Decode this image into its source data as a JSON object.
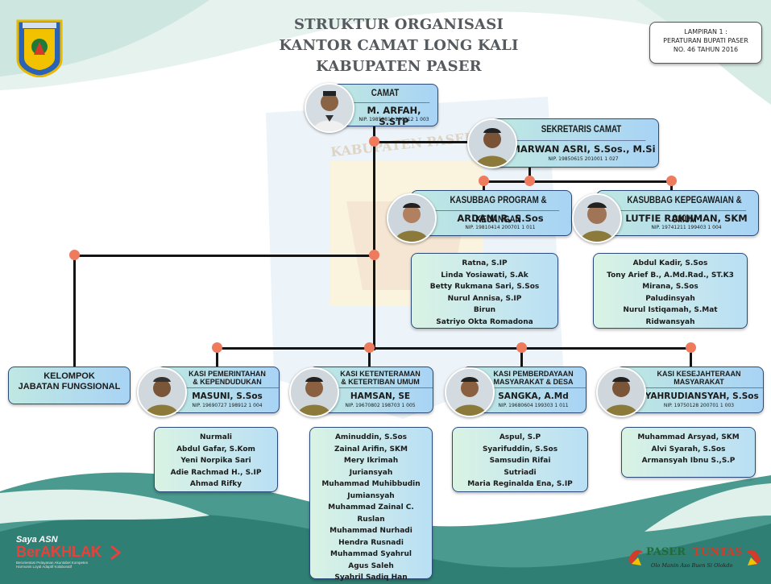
{
  "header": {
    "title": [
      "STRUKTUR ORGANISASI",
      "KANTOR CAMAT LONG KALI",
      "KABUPATEN PASER"
    ],
    "lampiran": [
      "LAMPIRAN 1 :",
      "PERATURAN BUPATI PASER",
      "NO. 46 TAHUN 2016"
    ],
    "watermark": "KABUPATEN PASER"
  },
  "camat": {
    "title": "CAMAT",
    "name": "M. ARFAH, S.STP",
    "nip": "NIP. 19850811 200312 1 003"
  },
  "sekretaris": {
    "title": "SEKRETARIS CAMAT",
    "name": "MARWAN ASRI, S.Sos., M.Si",
    "nip": "NIP. 19850615 201001 1 027"
  },
  "kasubbag_program": {
    "title": "KASUBBAG PROGRAM & KEUANGAN",
    "name": "ARDANI R, S.Sos",
    "nip": "NIP. 19810414 200701 1 011"
  },
  "kasubbag_kepegawaian": {
    "title": "KASUBBAG KEPEGAWAIAN & UMUM",
    "name": "LUTFIE RAKHMAN, SKM",
    "nip": "NIP. 19741211 199403 1 004"
  },
  "staff_program": [
    "Ratna, S.IP",
    "Linda Yosiawati, S.Ak",
    "Betty Rukmana Sari, S.Sos",
    "Nurul Annisa, S.IP",
    "Birun",
    "Satriyo Okta Romadona"
  ],
  "staff_kepegawaian": [
    "Abdul Kadir, S.Sos",
    "Tony Arief B., A.Md.Rad., ST.K3",
    "Mirana, S.Sos",
    "Paludinsyah",
    "Nurul Istiqamah, S.Mat",
    "Ridwansyah"
  ],
  "kelompok": {
    "line1": "KELOMPOK",
    "line2": "JABATAN FUNGSIONAL"
  },
  "kasi_pemerintahan": {
    "title1": "KASI PEMERINTAHAN",
    "title2": "& KEPENDUDUKAN",
    "name": "MASUNI, S.Sos",
    "nip": "NIP. 19690727 198912 1 004"
  },
  "kasi_ketenteraman": {
    "title1": "KASI KETENTERAMAN",
    "title2": "& KETERTIBAN UMUM",
    "name": "HAMSAN, SE",
    "nip": "NIP. 19670802 198703 1 005"
  },
  "kasi_pemberdayaan": {
    "title1": "KASI PEMBERDAYAAN",
    "title2": "MASYARAKAT & DESA",
    "name": "SANGKA, A.Md",
    "nip": "NIP. 19680604 199303 1 011"
  },
  "kasi_kesejahteraan": {
    "title1": "KASI KESEJAHTERAAN",
    "title2": "MASYARAKAT",
    "name": "SYAHRUDIANSYAH, S.Sos",
    "nip": "NIP. 19750128 200701 1 003"
  },
  "staff_pemerintahan": [
    "Nurmali",
    "Abdul Gafar, S.Kom",
    "Yeni Norpika Sari",
    "Adie Rachmad H., S.IP",
    "Ahmad Rifky"
  ],
  "staff_ketenteraman": [
    "Aminuddin, S.Sos",
    "Zainal Arifin, SKM",
    "Mery Ikrimah",
    "Juriansyah",
    "Muhammad Muhibbudin",
    "Jumiansyah",
    "Muhammad Zainal C.",
    "Ruslan",
    "Muhammad Nurhadi",
    "Hendra Rusnadi",
    "Muhammad Syahrul",
    "Agus Saleh",
    "Syahril Sadiq Han"
  ],
  "staff_pemberdayaan": [
    "Aspul, S.P",
    "Syarifuddin, S.Sos",
    "Samsudin Rifai",
    "Sutriadi",
    "Maria Reginalda Ena, S.IP"
  ],
  "staff_kesejahteraan": [
    "Muhammad Arsyad, SKM",
    "Alvi Syarah, S.Sos",
    "Armansyah Ibnu S.,S.P"
  ],
  "footer": {
    "saya_asn": "Saya ASN",
    "berakhlak": "BerAKHLAK",
    "berakhlak_sub": "Berorientasi Pelayanan Akuntabel Kompeten Harmonis Loyal Adaptif Kolaboratif",
    "paser": "PASER",
    "tuntas": "TUNTAS",
    "tagline": "Olo Manin Aso Buen Si Olokdo"
  },
  "colors": {
    "connector_dot": "#ef7b5e",
    "card_border": "#2c4a78",
    "teal_wave": "#3f8f86"
  }
}
